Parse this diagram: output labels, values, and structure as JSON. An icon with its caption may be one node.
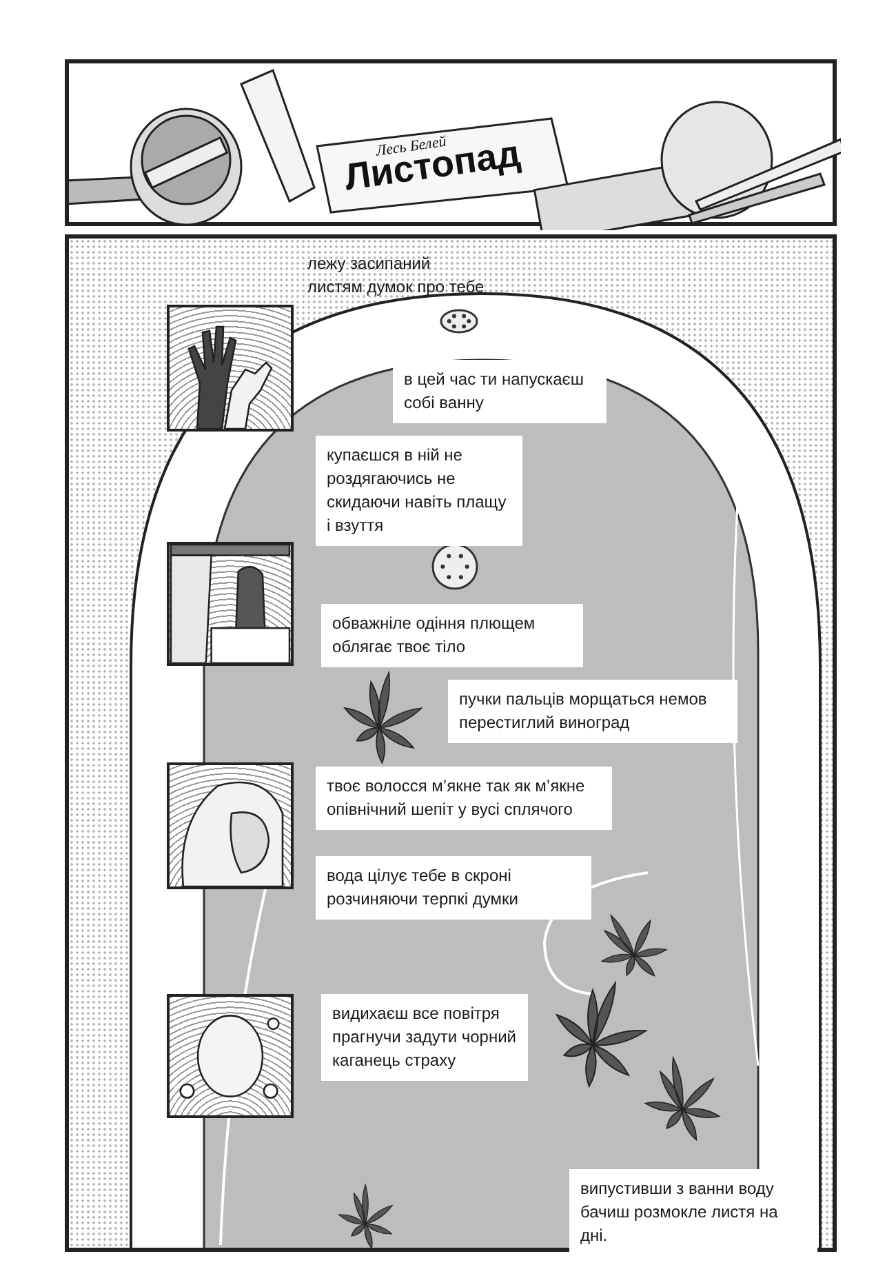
{
  "diagram": {
    "nodes": [
      {
        "text": [],
        "shape": "box"
      },
      {
        "text": [],
        "shape": "box"
      },
      {
        "text": [],
        "shape": "picture",
        "in": 1
      },
      {
        "text": [],
        "shape": "picture",
        "in": 1
      },
      {
        "text": [],
        "shape": "picture",
        "in": 1
      },
      {
        "text": [],
        "shape": "picture",
        "in": 1
      },
      {
        "text": [
          "лежу засипаний листям думок про тебе"
        ],
        "in": 1
      },
      {
        "text": [
          "в цей час ти напускаєш собі ванну"
        ],
        "in": 1
      },
      {
        "text": [
          "купаєшся в ній не роздягаючись не скидаючи навіть плащу і взуття"
        ],
        "in": 1
      },
      {
        "text": [
          "обважніле одіння плющем облягає твоє тіло"
        ],
        "in": 1
      },
      {
        "text": [
          "пучки пальців морщаться немов перестиглий виноград"
        ],
        "in": 1
      },
      {
        "text": [
          "твоє волосся м’якне так як м’якне опівнічний шепіт у вусі сплячого"
        ],
        "in": 1
      },
      {
        "text": [
          "вода цілує тебе в скроні розчиняючи терпкі думки"
        ],
        "in": 1
      },
      {
        "text": [
          "видихаєш все повітря прагнучи задути чорний каганець страху"
        ],
        "in": 1
      },
      {
        "text": [
          "випустивши з ванни воду бачиш розмокле листя на дні."
        ],
        "in": 1
      }
    ],
    "labels": [
      "Лесь Белей",
      "Листопад"
    ]
  }
}
